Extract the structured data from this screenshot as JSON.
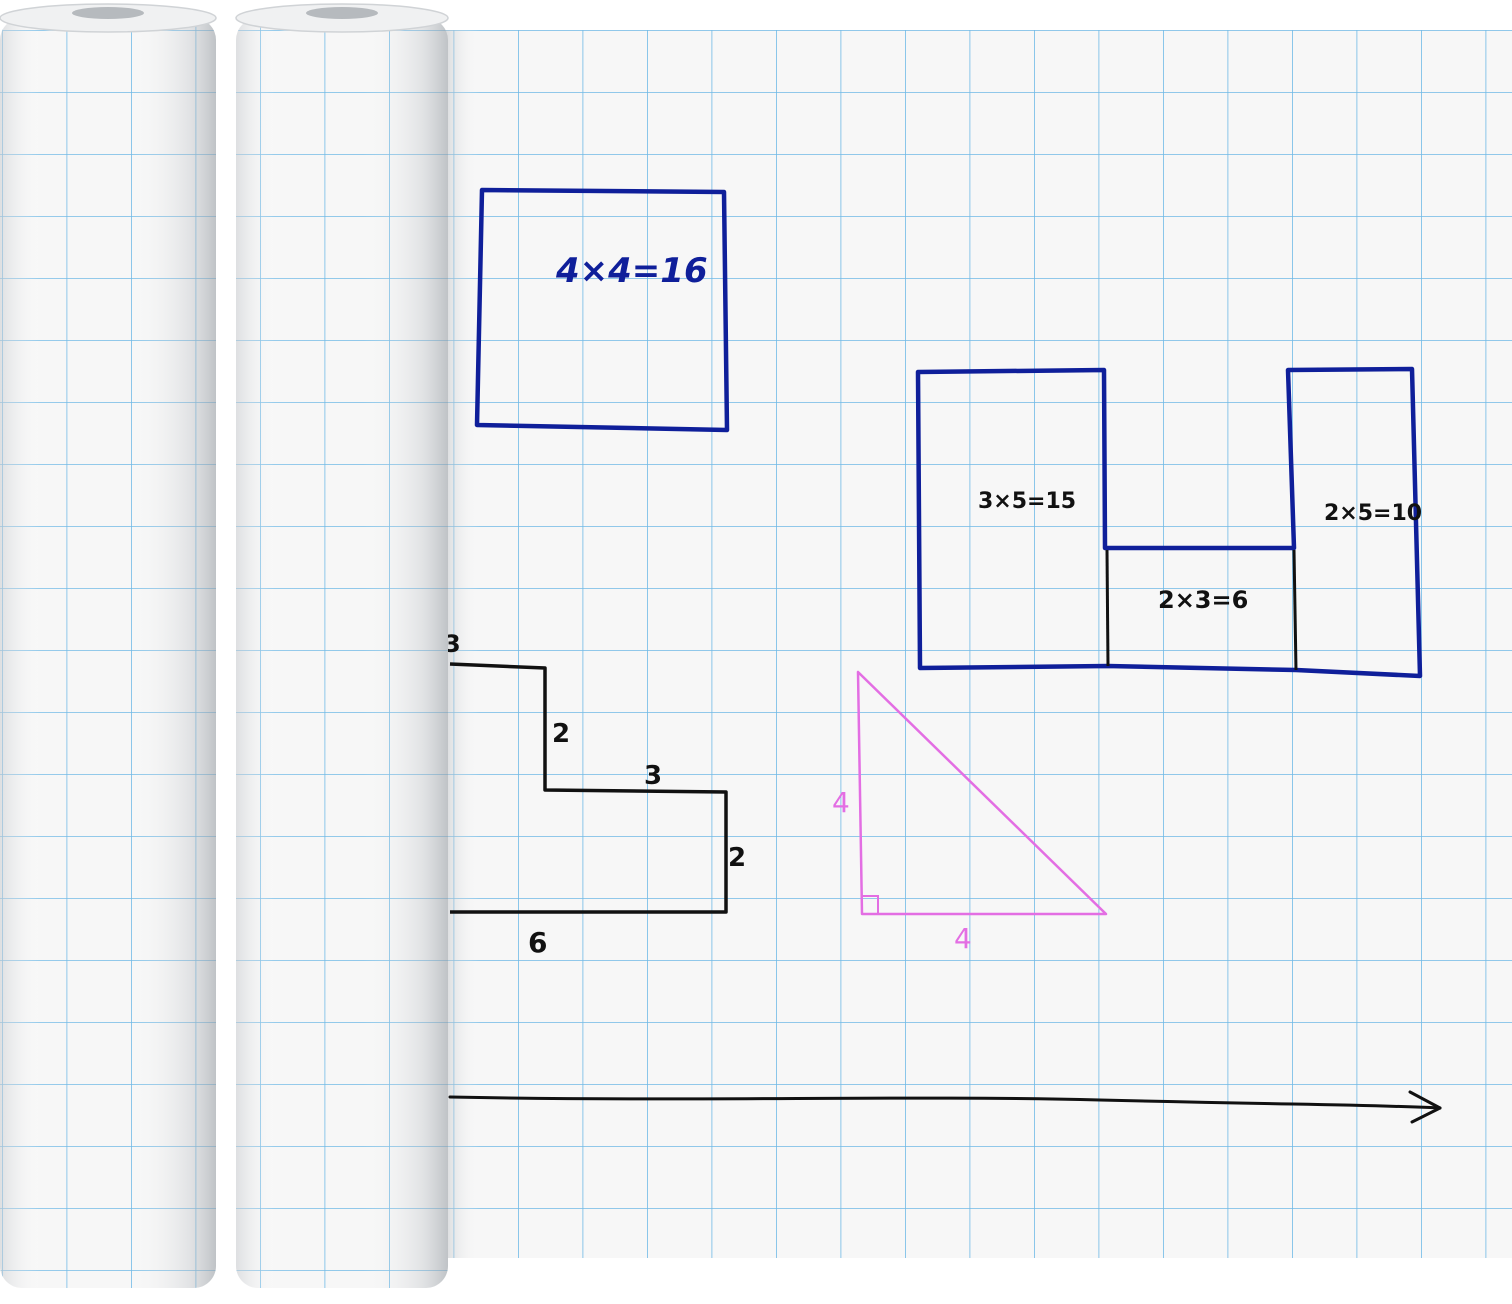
{
  "colors": {
    "background": "#ffffff",
    "paper": "#f7f7f7",
    "grid": "#6fb9e6",
    "roll_shade": "#c9ccd0",
    "blue_ink": "#0f1f9a",
    "black_ink": "#111111",
    "pink_ink": "#e36ee3"
  },
  "annotations": {
    "square_formula": "4×4=16",
    "left_block_formula": "3×5=15",
    "middle_block_formula": "2×3=6",
    "right_block_formula": "2×5=10",
    "step_top_left": "3",
    "step_riser_1": "2",
    "step_tread": "3",
    "step_riser_2": "2",
    "step_base": "6",
    "triangle_height": "4",
    "triangle_base": "4"
  }
}
